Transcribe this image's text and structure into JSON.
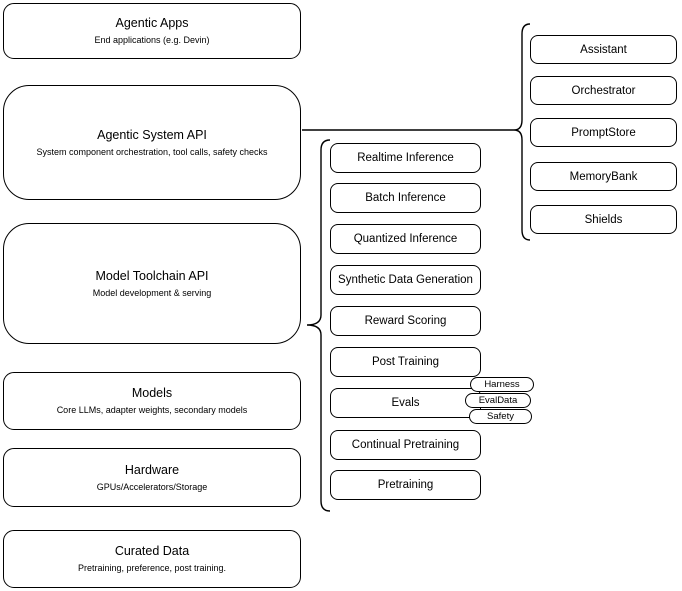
{
  "diagram": {
    "colors": {
      "line": "#000000",
      "fill": "#ffffff",
      "text": "#000000"
    },
    "stack": [
      {
        "title": "Agentic Apps",
        "subtitle": "End applications (e.g. Devin)"
      },
      {
        "title": "Agentic System API",
        "subtitle": "System component orchestration, tool calls, safety checks"
      },
      {
        "title": "Model Toolchain API",
        "subtitle": "Model development & serving"
      },
      {
        "title": "Models",
        "subtitle": "Core LLMs, adapter weights, secondary models"
      },
      {
        "title": "Hardware",
        "subtitle": "GPUs/Accelerators/Storage"
      },
      {
        "title": "Curated Data",
        "subtitle": "Pretraining, preference, post training."
      }
    ],
    "toolchain": {
      "items": [
        "Realtime Inference",
        "Batch Inference",
        "Quantized Inference",
        "Synthetic Data Generation",
        "Reward Scoring",
        "Post Training",
        "Evals",
        "Continual Pretraining",
        "Pretraining"
      ]
    },
    "eval_tags": [
      "Harness",
      "EvalData",
      "Safety"
    ],
    "system_components": [
      "Assistant",
      "Orchestrator",
      "PromptStore",
      "MemoryBank",
      "Shields"
    ]
  }
}
